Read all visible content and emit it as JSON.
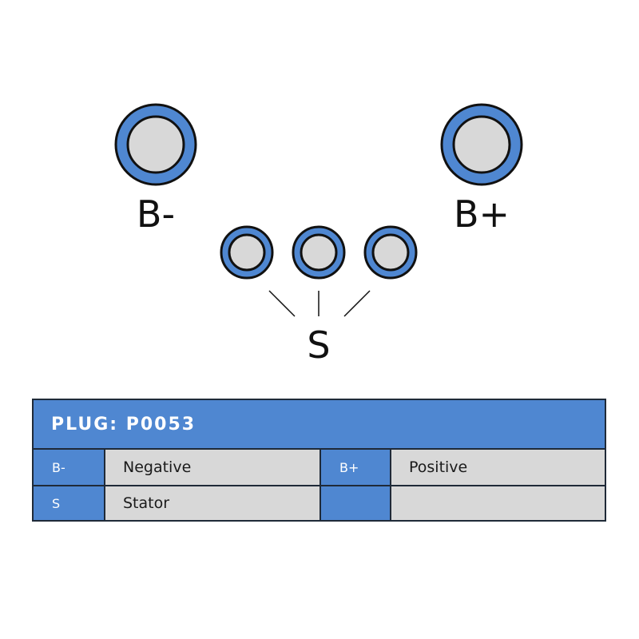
{
  "pins": {
    "b_minus": "B-",
    "b_plus": "B+",
    "s": "S"
  },
  "colors": {
    "ring": "#4f87d1",
    "pin_face": "#d8d8d8",
    "outline": "#111111",
    "table_header": "#4f87d1",
    "table_cell": "#d8d8d8"
  },
  "table": {
    "title": "PLUG: P0053",
    "rows": [
      [
        {
          "code": "B-",
          "description": "Negative"
        },
        {
          "code": "B+",
          "description": "Positive"
        }
      ],
      [
        {
          "code": "S",
          "description": "Stator"
        },
        {
          "code": "",
          "description": ""
        }
      ]
    ]
  }
}
